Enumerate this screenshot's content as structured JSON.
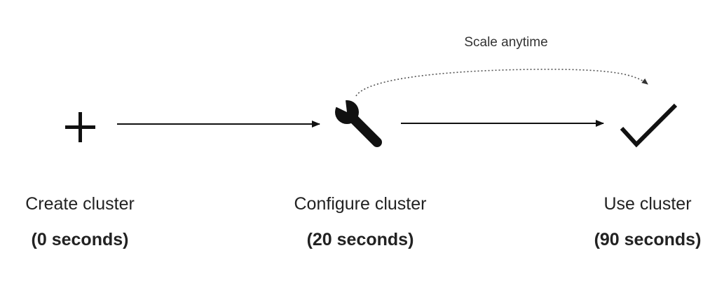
{
  "annotation": "Scale anytime",
  "steps": [
    {
      "label": "Create cluster",
      "duration": "(0 seconds)",
      "icon": "plus-icon"
    },
    {
      "label": "Configure cluster",
      "duration": "(20 seconds)",
      "icon": "wrench-icon"
    },
    {
      "label": "Use cluster",
      "duration": "(90 seconds)",
      "icon": "checkmark-icon"
    }
  ],
  "colors": {
    "ink": "#111111",
    "text": "#222222",
    "dotted": "#555555"
  }
}
